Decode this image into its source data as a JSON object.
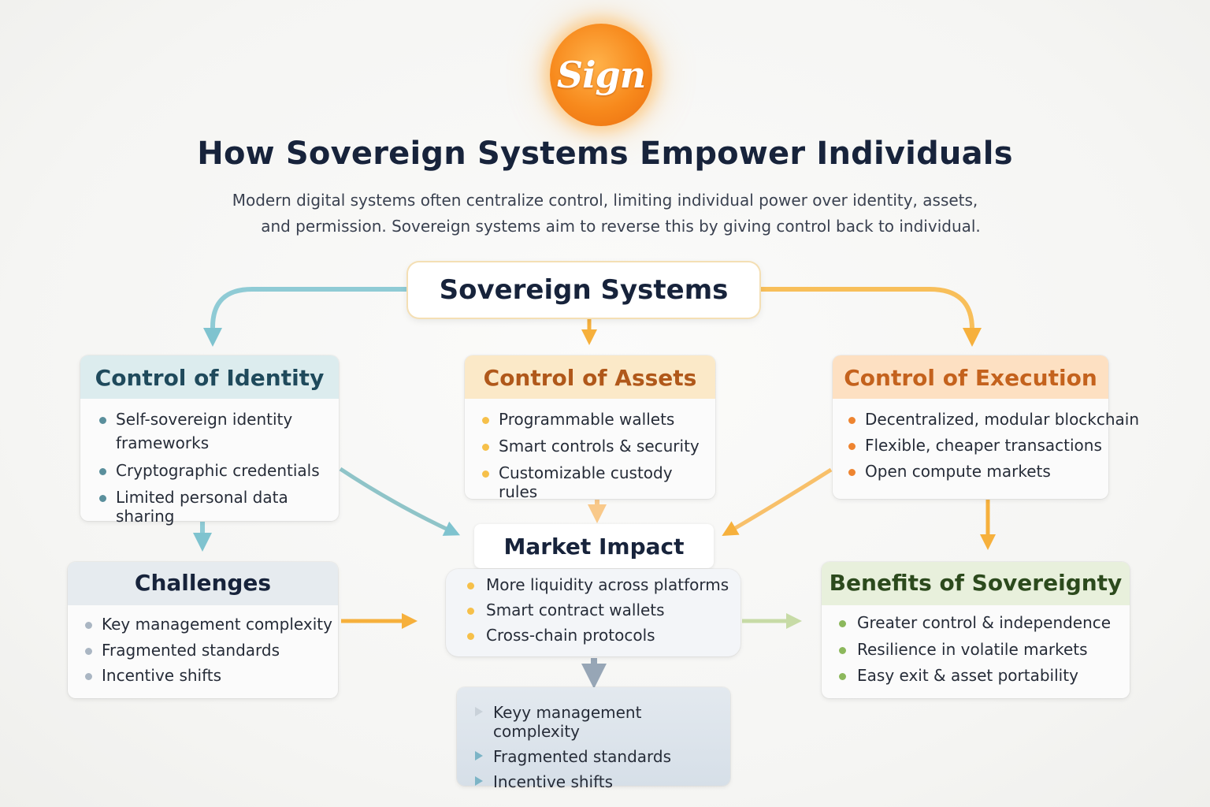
{
  "logo": {
    "text": "Sign"
  },
  "title": "How Sovereign Systems Empower Individuals",
  "subtitle_lines": [
    "Modern digital systems often centralize control, limiting individual power over identity, assets,",
    "and permission. Sovereign systems aim to reverse this by giving control back to individual."
  ],
  "root": {
    "label": "Sovereign Systems"
  },
  "identity": {
    "title": "Control of Identity",
    "items": [
      "Self-sovereign identity",
      "frameworks",
      "Cryptographic credentials",
      "Limited personal data sharing"
    ]
  },
  "assets": {
    "title": "Control of Assets",
    "items": [
      "Programmable wallets",
      "Smart controls & security",
      "Customizable custody rules"
    ]
  },
  "execution": {
    "title": "Control of Execution",
    "items": [
      "Decentralized, modular blockchain",
      "Flexible, cheaper transactions",
      "Open compute markets"
    ]
  },
  "challenges": {
    "title": "Challenges",
    "items": [
      "Key management complexity",
      "Fragmented standards",
      "Incentive shifts"
    ]
  },
  "market": {
    "title": "Market Impact",
    "items": [
      "More liquidity across platforms",
      "Smart contract wallets",
      "Cross-chain protocols"
    ]
  },
  "benefits": {
    "title": "Benefits of Sovereignty",
    "items": [
      "Greater control & independence",
      "Resilience in volatile markets",
      "Easy exit & asset portability"
    ]
  },
  "bottom": {
    "items": [
      "Keyy management complexity",
      "Fragmented standards",
      "Incentive shifts"
    ]
  },
  "colors": {
    "teal": "#7fc3cf",
    "teal_dark": "#5a8f9c",
    "orange": "#f6b03c",
    "orange_dark": "#d9772a",
    "execution_dot": "#ee8430",
    "green": "#8cb85c",
    "gray_blue": "#aab6c3",
    "title_dark": "#17233b"
  }
}
